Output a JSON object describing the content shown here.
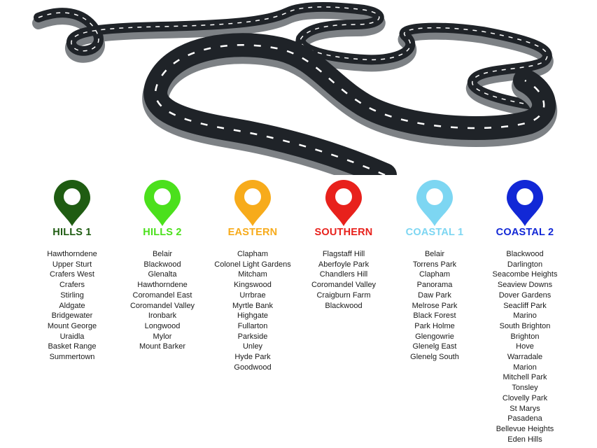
{
  "regions": [
    {
      "title": "HILLS 1",
      "color": "#1f5c12",
      "suburbs": [
        "Hawthorndene",
        "Upper Sturt",
        "Crafers West",
        "Crafers",
        "Stirling",
        "Aldgate",
        "Bridgewater",
        "Mount George",
        "Uraidla",
        "Basket Range",
        "Summertown"
      ]
    },
    {
      "title": "HILLS 2",
      "color": "#4be01c",
      "suburbs": [
        "Belair",
        "Blackwood",
        "Glenalta",
        "Hawthorndene",
        "Coromandel East",
        "Coromandel Valley",
        "Ironbark",
        "Longwood",
        "Mylor",
        "Mount Barker"
      ]
    },
    {
      "title": "EASTERN",
      "color": "#f7ab1b",
      "suburbs": [
        "Clapham",
        "Colonel Light Gardens",
        "Mitcham",
        "Kingswood",
        "Urrbrae",
        "Myrtle Bank",
        "Highgate",
        "Fullarton",
        "Parkside",
        "Unley",
        "Hyde Park",
        "Goodwood"
      ]
    },
    {
      "title": "SOUTHERN",
      "color": "#e8211c",
      "suburbs": [
        "Flagstaff Hill",
        "Aberfoyle Park",
        "Chandlers Hill",
        "Coromandel Valley",
        "Craigburn Farm",
        "Blackwood"
      ]
    },
    {
      "title": "COASTAL 1",
      "color": "#7dd6f2",
      "suburbs": [
        "Belair",
        "Torrens Park",
        "Clapham",
        "Panorama",
        "Daw Park",
        "Melrose Park",
        "Black Forest",
        "Park Holme",
        "Glengowrie",
        "Glenelg East",
        "Glenelg South"
      ]
    },
    {
      "title": "COASTAL 2",
      "color": "#1228d6",
      "suburbs": [
        "Blackwood",
        "Darlington",
        "Seacombe Heights",
        "Seaview Downs",
        "Dover Gardens",
        "Seacliff Park",
        "Marino",
        "South Brighton",
        "Brighton",
        "Hove",
        "Warradale",
        "Marion",
        "Mitchell Park",
        "Tonsley",
        "Clovelly Park",
        "St Marys",
        "Pasadena",
        "Bellevue Heights",
        "Eden Hills"
      ]
    }
  ],
  "icons": {
    "pin": "map-pin-icon",
    "road": "winding-road-illustration"
  }
}
